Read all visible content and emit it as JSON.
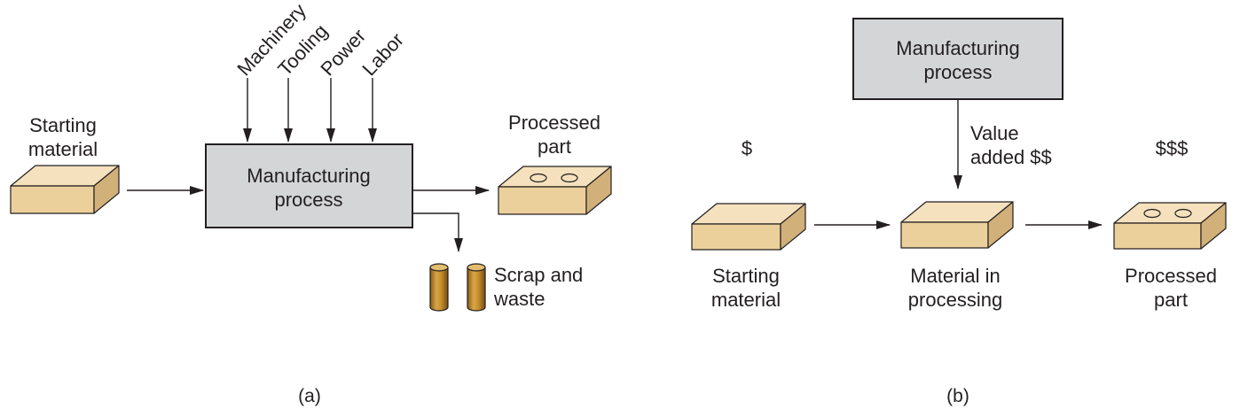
{
  "colors": {
    "process_box_fill": "#d3d5d7",
    "block_top": "#f5e1bd",
    "block_front": "#ecd09c",
    "block_side": "#d2b07a",
    "scrap_fill": "#c7922f",
    "line": "#231f20"
  },
  "panel_a": {
    "inputs": [
      "Machinery",
      "Tooling",
      "Power",
      "Labor"
    ],
    "process": [
      "Manufacturing",
      "process"
    ],
    "starting_material": [
      "Starting",
      "material"
    ],
    "processed_part": [
      "Processed",
      "part"
    ],
    "scrap": [
      "Scrap and",
      "waste"
    ],
    "caption": "(a)"
  },
  "panel_b": {
    "process": [
      "Manufacturing",
      "process"
    ],
    "value_added": [
      "Value",
      "added $$"
    ],
    "value_start": "$",
    "value_end": "$$$",
    "starting_material": [
      "Starting",
      "material"
    ],
    "in_processing": [
      "Material in",
      "processing"
    ],
    "processed_part": [
      "Processed",
      "part"
    ],
    "caption": "(b)"
  }
}
